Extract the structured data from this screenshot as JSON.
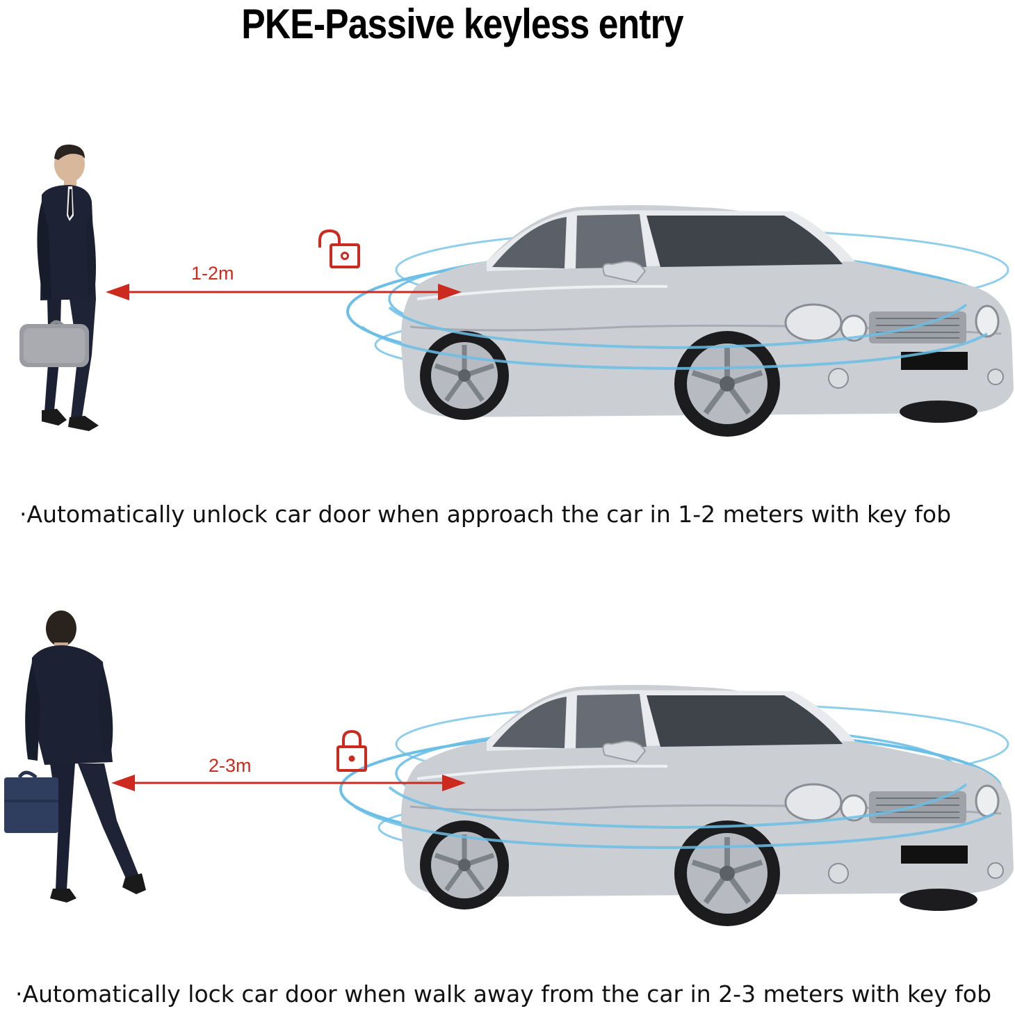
{
  "title": "PKE-Passive keyless entry",
  "colors": {
    "accent_red": "#cc2a1f",
    "signal_blue": "#6bbfe6",
    "car_silver": "#c9ccd0",
    "suit_navy": "#1c2233",
    "text": "#111111"
  },
  "scene_unlock": {
    "distance_label": "1-2m",
    "lock_icon": "unlocked-padlock-icon",
    "caption": "·Automatically unlock car door when approach the car in 1-2 meters with key fob"
  },
  "scene_lock": {
    "distance_label": "2-3m",
    "lock_icon": "locked-padlock-icon",
    "caption": "·Automatically lock car door when walk away from the car in 2-3 meters with key fob"
  }
}
